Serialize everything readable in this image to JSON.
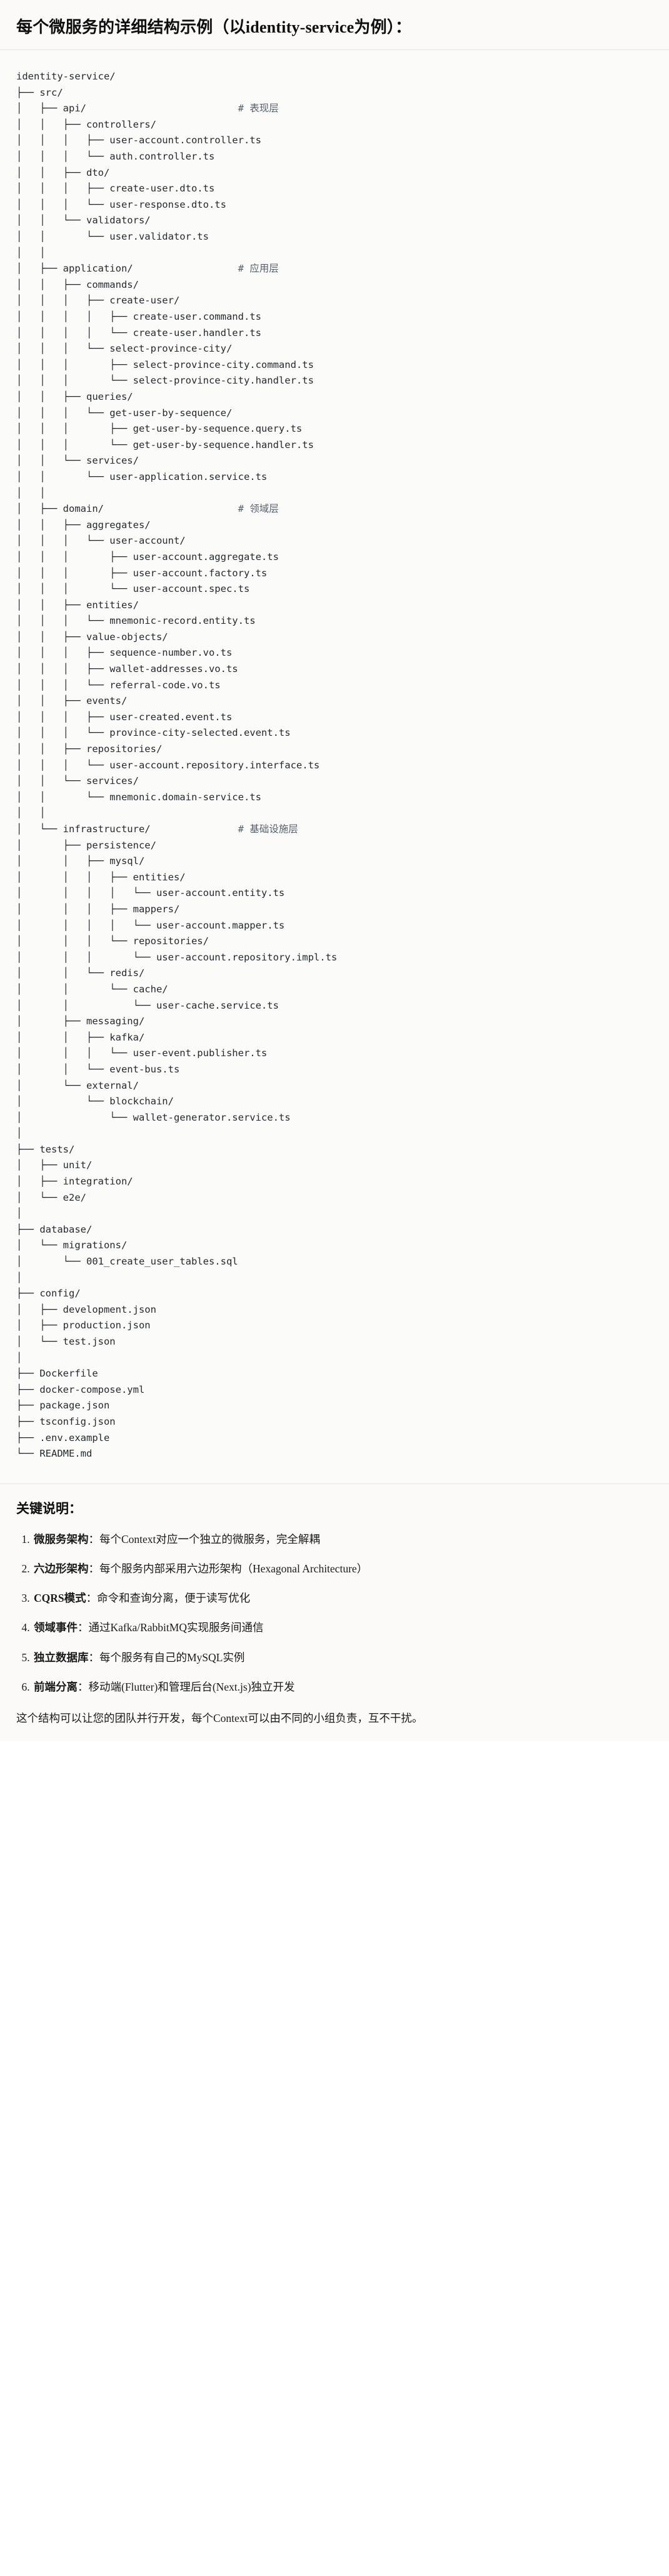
{
  "document": {
    "title": "每个微服务的详细结构示例（以identity-service为例）：",
    "notes_title": "关键说明：",
    "closing": "这个结构可以让您的团队并行开发，每个Context可以由不同的小组负责，互不干扰。"
  },
  "tree": {
    "root": "identity-service/",
    "layer_comments": {
      "api": "# 表现层",
      "application": "# 应用层",
      "domain": "# 领域层",
      "infrastructure": "# 基础设施层"
    },
    "text": "identity-service/\n├── src/\n│   ├── api/                          # 表现层\n│   │   ├── controllers/\n│   │   │   ├── user-account.controller.ts\n│   │   │   └── auth.controller.ts\n│   │   ├── dto/\n│   │   │   ├── create-user.dto.ts\n│   │   │   └── user-response.dto.ts\n│   │   └── validators/\n│   │       └── user.validator.ts\n│   │\n│   ├── application/                  # 应用层\n│   │   ├── commands/\n│   │   │   ├── create-user/\n│   │   │   │   ├── create-user.command.ts\n│   │   │   │   └── create-user.handler.ts\n│   │   │   └── select-province-city/\n│   │   │       ├── select-province-city.command.ts\n│   │   │       └── select-province-city.handler.ts\n│   │   ├── queries/\n│   │   │   └── get-user-by-sequence/\n│   │   │       ├── get-user-by-sequence.query.ts\n│   │   │       └── get-user-by-sequence.handler.ts\n│   │   └── services/\n│   │       └── user-application.service.ts\n│   │\n│   ├── domain/                       # 领域层\n│   │   ├── aggregates/\n│   │   │   └── user-account/\n│   │   │       ├── user-account.aggregate.ts\n│   │   │       ├── user-account.factory.ts\n│   │   │       └── user-account.spec.ts\n│   │   ├── entities/\n│   │   │   └── mnemonic-record.entity.ts\n│   │   ├── value-objects/\n│   │   │   ├── sequence-number.vo.ts\n│   │   │   ├── wallet-addresses.vo.ts\n│   │   │   └── referral-code.vo.ts\n│   │   ├── events/\n│   │   │   ├── user-created.event.ts\n│   │   │   └── province-city-selected.event.ts\n│   │   ├── repositories/\n│   │   │   └── user-account.repository.interface.ts\n│   │   └── services/\n│   │       └── mnemonic.domain-service.ts\n│   │\n│   └── infrastructure/               # 基础设施层\n│       ├── persistence/\n│       │   ├── mysql/\n│       │   │   ├── entities/\n│       │   │   │   └── user-account.entity.ts\n│       │   │   ├── mappers/\n│       │   │   │   └── user-account.mapper.ts\n│       │   │   └── repositories/\n│       │   │       └── user-account.repository.impl.ts\n│       │   └── redis/\n│       │       └── cache/\n│       │           └── user-cache.service.ts\n│       ├── messaging/\n│       │   ├── kafka/\n│       │   │   └── user-event.publisher.ts\n│       │   └── event-bus.ts\n│       └── external/\n│           └── blockchain/\n│               └── wallet-generator.service.ts\n│\n├── tests/\n│   ├── unit/\n│   ├── integration/\n│   └── e2e/\n│\n├── database/\n│   └── migrations/\n│       └── 001_create_user_tables.sql\n│\n├── config/\n│   ├── development.json\n│   ├── production.json\n│   └── test.json\n│\n├── Dockerfile\n├── docker-compose.yml\n├── package.json\n├── tsconfig.json\n├── .env.example\n└── README.md"
  },
  "notes": [
    {
      "term": "微服务架构",
      "desc": "：每个Context对应一个独立的微服务，完全解耦"
    },
    {
      "term": "六边形架构",
      "desc": "：每个服务内部采用六边形架构（Hexagonal Architecture）"
    },
    {
      "term": "CQRS模式",
      "desc": "：命令和查询分离，便于读写优化"
    },
    {
      "term": "领域事件",
      "desc": "：通过Kafka/RabbitMQ实现服务间通信"
    },
    {
      "term": "独立数据库",
      "desc": "：每个服务有自己的MySQL实例"
    },
    {
      "term": "前端分离",
      "desc": "：移动端(Flutter)和管理后台(Next.js)独立开发"
    }
  ],
  "colors": {
    "page_bg": "#fbfaf8",
    "code_bg": "#fbfbf9",
    "text": "#1a1a1a",
    "code_text": "#24292e",
    "comment": "#57606a",
    "rule": "#e6e3dd"
  }
}
